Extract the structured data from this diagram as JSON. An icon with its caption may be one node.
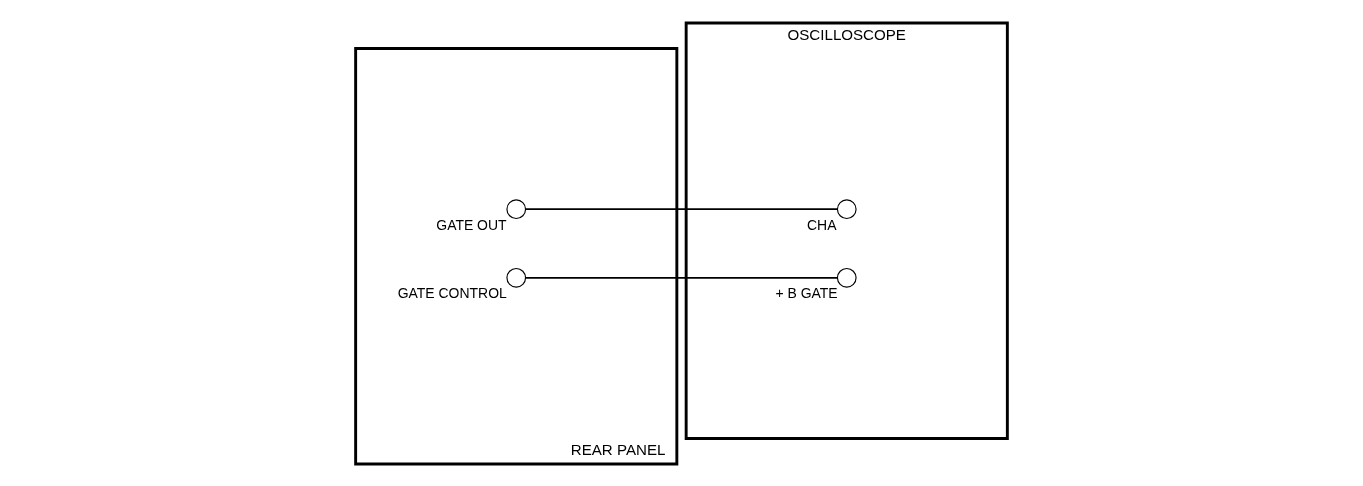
{
  "diagram": {
    "nodes": [
      {
        "text": [
          "REAR PANEL"
        ]
      },
      {
        "text": [],
        "shape": "circle",
        "in": 0,
        "beside": [
          "GATE OUT"
        ]
      },
      {
        "text": [],
        "shape": "circle",
        "in": 0,
        "beside": [
          "GATE CONTROL"
        ]
      },
      {
        "text": [
          "OSCILLOSCOPE"
        ]
      },
      {
        "text": [],
        "shape": "circle",
        "in": 3,
        "beside": [
          "CHA"
        ]
      },
      {
        "text": [],
        "shape": "circle",
        "in": 3,
        "beside": [
          "+ B GATE"
        ]
      }
    ],
    "edges": [
      {
        "from": 1,
        "to": 4,
        "arrow": "none"
      },
      {
        "from": 2,
        "to": 5,
        "arrow": "none"
      }
    ]
  }
}
